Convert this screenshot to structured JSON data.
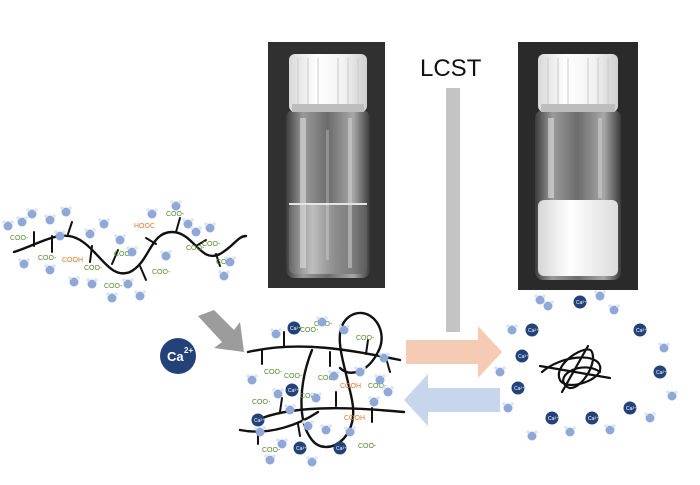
{
  "labels": {
    "lcst": "LCST",
    "calcium_ion": "Ca",
    "calcium_charge": "2+",
    "carboxylate": "COO",
    "carboxylate_charge": "-",
    "carboxylic_acid": "COOH",
    "carboxylic_acid_reversed": "HOOC",
    "ion_marker": "Ca²⁺"
  },
  "colors": {
    "carboxylate": "#4f8a2a",
    "carboxylic_acid": "#e07a2e",
    "water_molecule": "#8fa8d8",
    "calcium_ion": "#23427a",
    "polymer_chain": "#111111",
    "gray_arrow": "#9c9c9c",
    "forward_arrow": "#f6cbb4",
    "reverse_arrow": "#c7d6ec"
  },
  "photos": {
    "left": {
      "state": "clear solution"
    },
    "right": {
      "state": "turbid solution"
    }
  }
}
